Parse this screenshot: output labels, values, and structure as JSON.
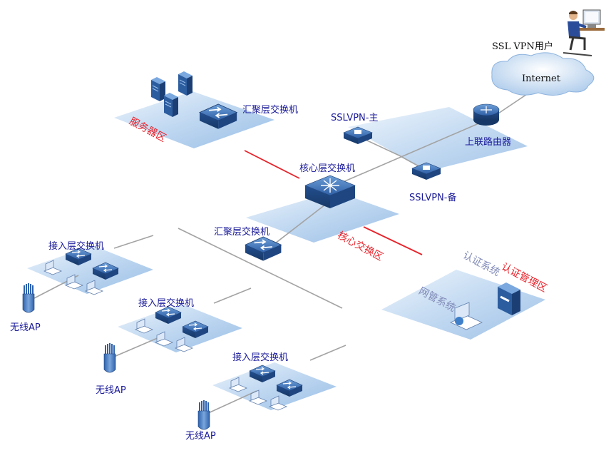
{
  "labels": {
    "ssl_vpn_user": "SSL VPN用户",
    "internet": "Internet",
    "uplink_router": "上联路由器",
    "sslvpn_main": "SSLVPN-主",
    "sslvpn_backup": "SSLVPN-备",
    "core_switch": "核心层交换机",
    "agg_switch_server": "汇聚层交换机",
    "agg_switch_access": "汇聚层交换机",
    "access_switch_1": "接入层交换机",
    "access_switch_2": "接入层交换机",
    "access_switch_3": "接入层交换机",
    "wireless_ap_1": "无线AP",
    "wireless_ap_2": "无线AP",
    "wireless_ap_3": "无线AP"
  },
  "zones": {
    "server_zone": "服务器区",
    "core_zone": "核心交换区",
    "auth_mgmt_zone": "认证管理区",
    "auth_system": "认证系统",
    "netmgmt_system": "网管系统"
  },
  "colors": {
    "platform": "#b9d3ee",
    "device_blue": "#2f63a8",
    "label_blue": "#1a1a9a",
    "zone_red": "#e8222a",
    "link_gray": "#9a9a9a",
    "link_red": "#e8222a"
  }
}
